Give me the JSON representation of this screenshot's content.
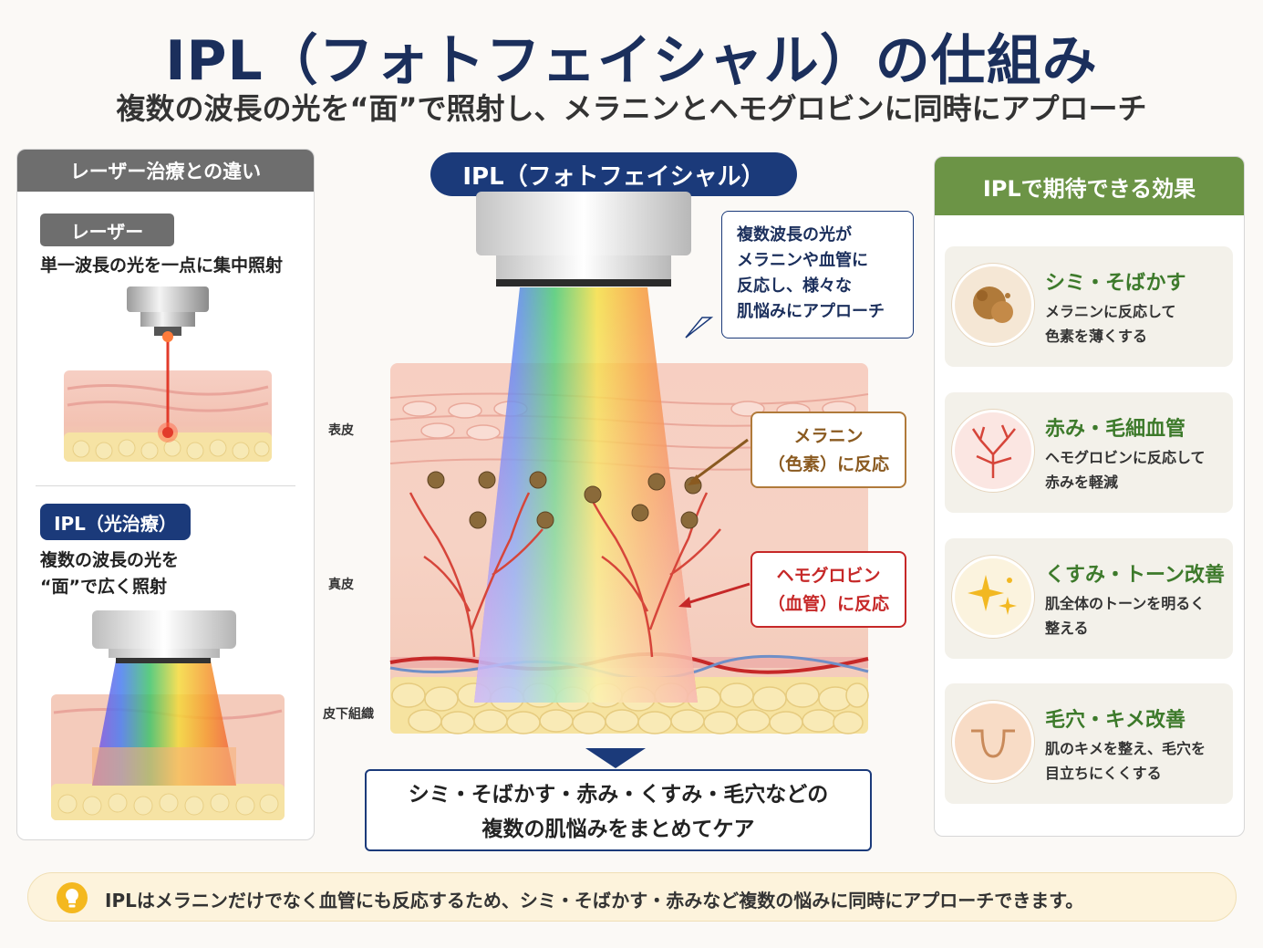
{
  "title": "IPL（フォトフェイシャル）の仕組み",
  "subtitle": "複数の波長の光を“面”で照射し、メラニンとヘモグロビンに同時にアプローチ",
  "left_panel": {
    "header": "レーザー治療との違い",
    "laser": {
      "label": "レーザー",
      "desc": "単一波長の光を一点に集中照射"
    },
    "ipl": {
      "label": "IPL（光治療）",
      "desc_line1": "複数の波長の光を",
      "desc_line2": "“面”で広く照射"
    }
  },
  "center": {
    "badge": "IPL（フォトフェイシャル）",
    "callout_lines": [
      "複数波長の光が",
      "メラニンや血管に",
      "反応し、様々な",
      "肌悩みにアプローチ"
    ],
    "layers": {
      "epidermis": "表皮",
      "dermis": "真皮",
      "subcutis": "皮下組織"
    },
    "melanin": {
      "line1": "メラニン",
      "line2": "（色素）に反応"
    },
    "hemoglobin": {
      "line1": "ヘモグロビン",
      "line2": "（血管）に反応"
    },
    "summary_line1": "シミ・そばかす・赤み・くすみ・毛穴などの",
    "summary_line2": "複数の肌悩みをまとめてケア"
  },
  "right_panel": {
    "header": "IPLで期待できる効果",
    "cards": [
      {
        "title": "シミ・そばかす",
        "desc1": "メラニンに反応して",
        "desc2": "色素を薄くする",
        "icon": "spot-icon"
      },
      {
        "title": "赤み・毛細血管",
        "desc1": "ヘモグロビンに反応して",
        "desc2": "赤みを軽減",
        "icon": "capillary-icon"
      },
      {
        "title": "くすみ・トーン改善",
        "desc1": "肌全体のトーンを明るく",
        "desc2": "整える",
        "icon": "sparkle-icon"
      },
      {
        "title": "毛穴・キメ改善",
        "desc1": "肌のキメを整え、毛穴を",
        "desc2": "目立ちにくくする",
        "icon": "pore-icon"
      }
    ]
  },
  "footer": {
    "text": "IPLはメラニンだけでなく血管にも反応するため、シミ・そばかす・赤みなど複数の悩みに同時にアプローチできます。",
    "icon": "lightbulb-icon"
  },
  "colors": {
    "navy": "#1b3a7a",
    "green": "#6c9446",
    "gray": "#6e6e6e",
    "melanin": "#8a6a3a",
    "vessel": "#c62828"
  }
}
